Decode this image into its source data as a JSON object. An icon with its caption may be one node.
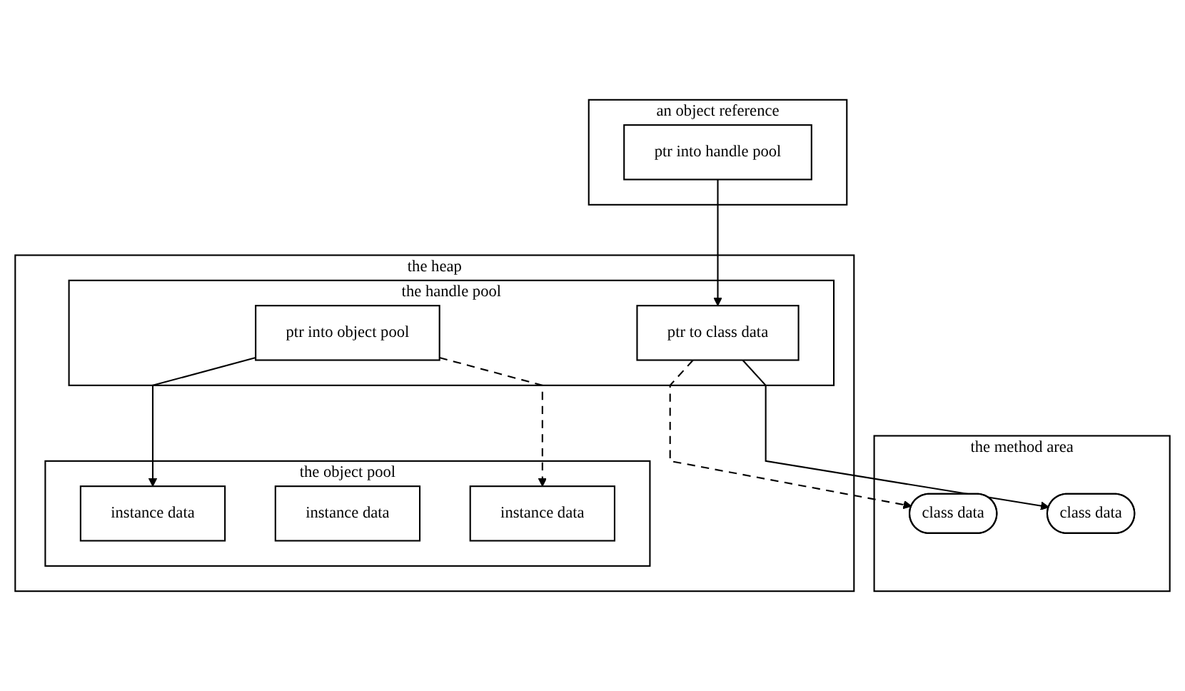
{
  "diagram": {
    "nodes": [
      {
        "text": [
          "the heap"
        ]
      },
      {
        "text": [
          "the handle pool"
        ],
        "in": 0
      },
      {
        "text": [
          "ptr into object pool"
        ],
        "in": 1
      },
      {
        "text": [
          "ptr to class data"
        ],
        "in": 1
      },
      {
        "text": [
          "the object pool"
        ],
        "in": 0
      },
      {
        "text": [
          "instance data"
        ],
        "in": 4
      },
      {
        "text": [
          "instance data"
        ],
        "in": 4
      },
      {
        "text": [
          "instance data"
        ],
        "in": 4
      },
      {
        "text": [
          "an object reference"
        ]
      },
      {
        "text": [
          "ptr into handle pool"
        ],
        "in": 8
      },
      {
        "text": [
          "the method area"
        ]
      },
      {
        "text": [
          "class data"
        ],
        "in": 10
      },
      {
        "text": [
          "class data"
        ],
        "in": 10
      }
    ],
    "edges": [
      {
        "from": 9,
        "to": 3,
        "arrow": "to"
      },
      {
        "from": 2,
        "to": 5,
        "arrow": "to"
      },
      {
        "from": 2,
        "to": 7,
        "arrow": "to",
        "style": "dashed"
      },
      {
        "from": 3,
        "to": 11,
        "arrow": "to",
        "style": "dashed"
      },
      {
        "from": 3,
        "to": 12,
        "arrow": "to"
      }
    ]
  }
}
